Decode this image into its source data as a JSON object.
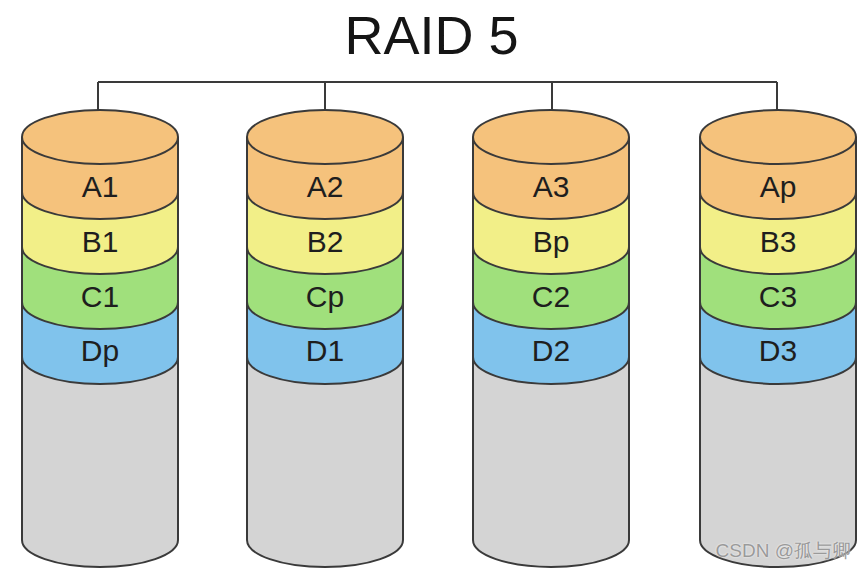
{
  "diagram": {
    "title": "RAID 5",
    "nodes": [
      {
        "text": [
          "A1"
        ]
      },
      {
        "text": [
          "A2"
        ]
      },
      {
        "text": [
          "A3"
        ]
      },
      {
        "text": [
          "Ap"
        ]
      },
      {
        "text": [
          "B1"
        ]
      },
      {
        "text": [
          "B2"
        ]
      },
      {
        "text": [
          "Bp"
        ]
      },
      {
        "text": [
          "B3"
        ]
      },
      {
        "text": [
          "C1"
        ]
      },
      {
        "text": [
          "Cp"
        ]
      },
      {
        "text": [
          "C2"
        ]
      },
      {
        "text": [
          "C3"
        ]
      },
      {
        "text": [
          "Dp"
        ]
      },
      {
        "text": [
          "D1"
        ]
      },
      {
        "text": [
          "D2"
        ]
      },
      {
        "text": [
          "D3"
        ]
      }
    ],
    "labels": [
      "CSDN @孤与卿"
    ]
  }
}
